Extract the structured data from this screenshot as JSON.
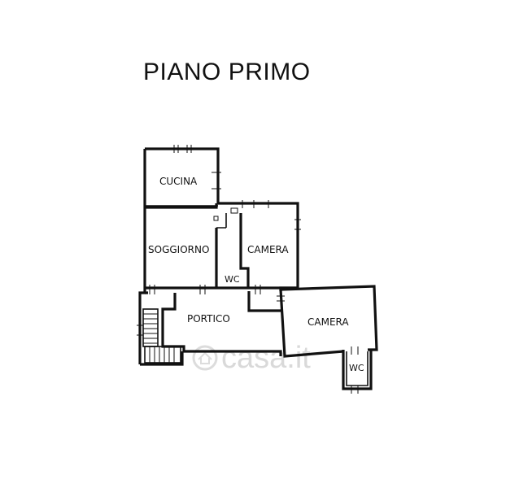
{
  "plan": {
    "title": "PIANO PRIMO",
    "rooms": [
      {
        "id": "cucina",
        "label": "CUCINA"
      },
      {
        "id": "soggiorno",
        "label": "SOGGIORNO"
      },
      {
        "id": "camera-1",
        "label": "CAMERA"
      },
      {
        "id": "wc-1",
        "label": "WC"
      },
      {
        "id": "portico",
        "label": "PORTICO"
      },
      {
        "id": "camera-2",
        "label": "CAMERA"
      },
      {
        "id": "wc-2",
        "label": "WC"
      }
    ],
    "watermark": "casa.it"
  }
}
